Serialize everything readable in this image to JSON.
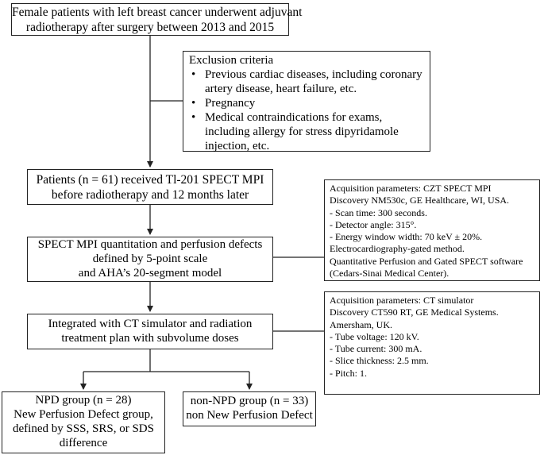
{
  "start": {
    "lines": [
      "Female patients with left breast cancer underwent adjuvant",
      "radiotherapy after surgery between 2013  and 2015"
    ]
  },
  "exclusion": {
    "title": "Exclusion criteria",
    "items": [
      [
        "Previous cardiac diseases, including coronary",
        "artery disease, heart failure, etc."
      ],
      [
        "Pregnancy"
      ],
      [
        "Medical contraindications for exams,",
        "including allergy for stress dipyridamole",
        "injection, etc."
      ]
    ]
  },
  "patients": {
    "lines": [
      "Patients (n = 61) received Tl-201 SPECT MPI",
      "before radiotherapy and 12 months later"
    ]
  },
  "spect": {
    "lines": [
      "SPECT MPI quantitation and perfusion defects",
      "defined by 5-point scale",
      "and AHA’s  20-segment model"
    ]
  },
  "acq1": {
    "lines": [
      "Acquisition parameters:  CZT SPECT MPI",
      "Discovery NM530c, GE Healthcare, WI, USA.",
      "- Scan time: 300 seconds.",
      "- Detector angle: 315°.",
      "- Energy window width: 70 keV ± 20%.",
      "Electrocardiography-gated  method.",
      "Quantitative Perfusion and Gated SPECT software",
      "(Cedars-Sinai Medical Center)."
    ]
  },
  "integrated": {
    "lines": [
      "Integrated with CT simulator and radiation",
      "treatment plan with subvolume doses"
    ]
  },
  "acq2": {
    "lines": [
      "Acquisition parameters: CT simulator",
      "Discovery CT590 RT, GE Medical Systems.",
      "Amersham,  UK.",
      "- Tube voltage: 120 kV.",
      "- Tube current: 300 mA.",
      "- Slice thickness: 2.5 mm.",
      "- Pitch: 1."
    ]
  },
  "npd": {
    "lines": [
      "NPD group (n = 28)",
      "New Perfusion Defect group,",
      "defined by SSS, SRS, or SDS",
      "difference"
    ]
  },
  "non_npd": {
    "lines": [
      "non-NPD group (n = 33)",
      "non New Perfusion Defect"
    ]
  }
}
